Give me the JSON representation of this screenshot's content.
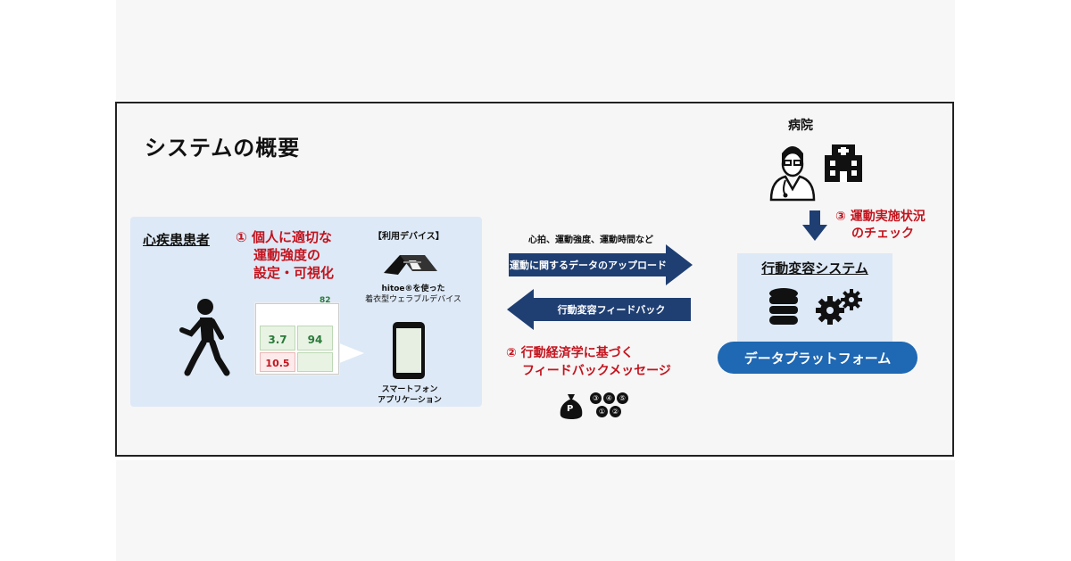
{
  "title": "システムの概要",
  "hospital": {
    "label": "病院"
  },
  "patient_panel": {
    "label": "心疾患患者",
    "step1": {
      "num": "①",
      "lines": [
        "個人に適切な",
        "運動強度の",
        "設定・可視化"
      ]
    },
    "device_header": "【利用デバイス】",
    "wearable_caption": [
      "hitoe®を使った",
      "着衣型ウェラブルデバイス"
    ],
    "smartphone_caption": [
      "スマートフォン",
      "アプリケーション"
    ],
    "app_values": {
      "mets": "3.7",
      "bpm": "94",
      "kcal": "10.5",
      "count": "82"
    }
  },
  "upload": {
    "note": "心拍、運動強度、運動時間など",
    "label": "運動に関するデータのアップロード"
  },
  "feedback": {
    "label": "行動変容フィードバック"
  },
  "step2": {
    "num": "②",
    "lines": [
      "行動経済学に基づく",
      "フィードバックメッセージ"
    ]
  },
  "step3": {
    "num": "③",
    "lines": [
      "運動実施状況",
      "のチェック"
    ]
  },
  "system": {
    "title": "行動変容システム"
  },
  "platform": {
    "label": "データプラットフォーム"
  },
  "rewards": {
    "bag_letter": "P",
    "coins": [
      "③",
      "④",
      "⑤",
      "①",
      "②"
    ]
  },
  "colors": {
    "accent_red": "#c3141e",
    "navy": "#1f3f73",
    "platform_blue": "#1f68b3",
    "panel_blue": "#dde9f6"
  }
}
